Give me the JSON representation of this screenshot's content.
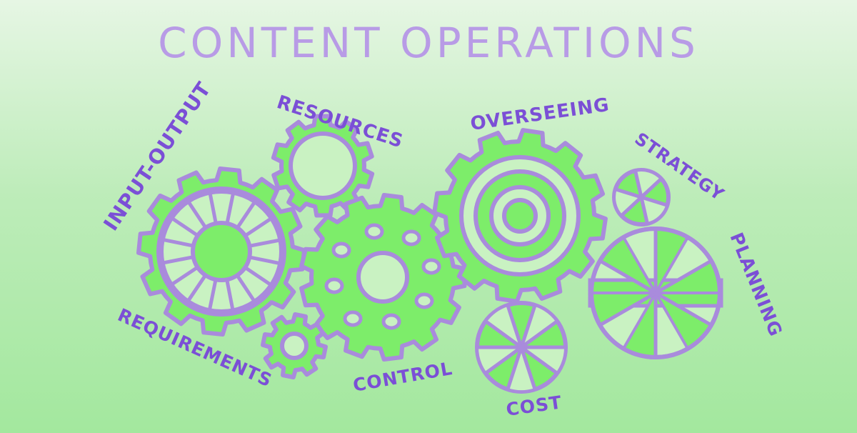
{
  "title": "CONTENT OPERATIONS",
  "labels": {
    "input_output": "INPUT-OUTPUT",
    "resources": "RESOURCES",
    "overseeing": "OVERSEEING",
    "strategy": "STRATEGY",
    "planning": "PLANNING",
    "requirements": "REQUIREMENTS",
    "control": "CONTROL",
    "cost": "COST"
  },
  "colors": {
    "gear_fill": "#7ded6a",
    "gear_outline": "#a98bdc",
    "label_text": "#7b4fd6",
    "title_text": "#b89be6"
  }
}
